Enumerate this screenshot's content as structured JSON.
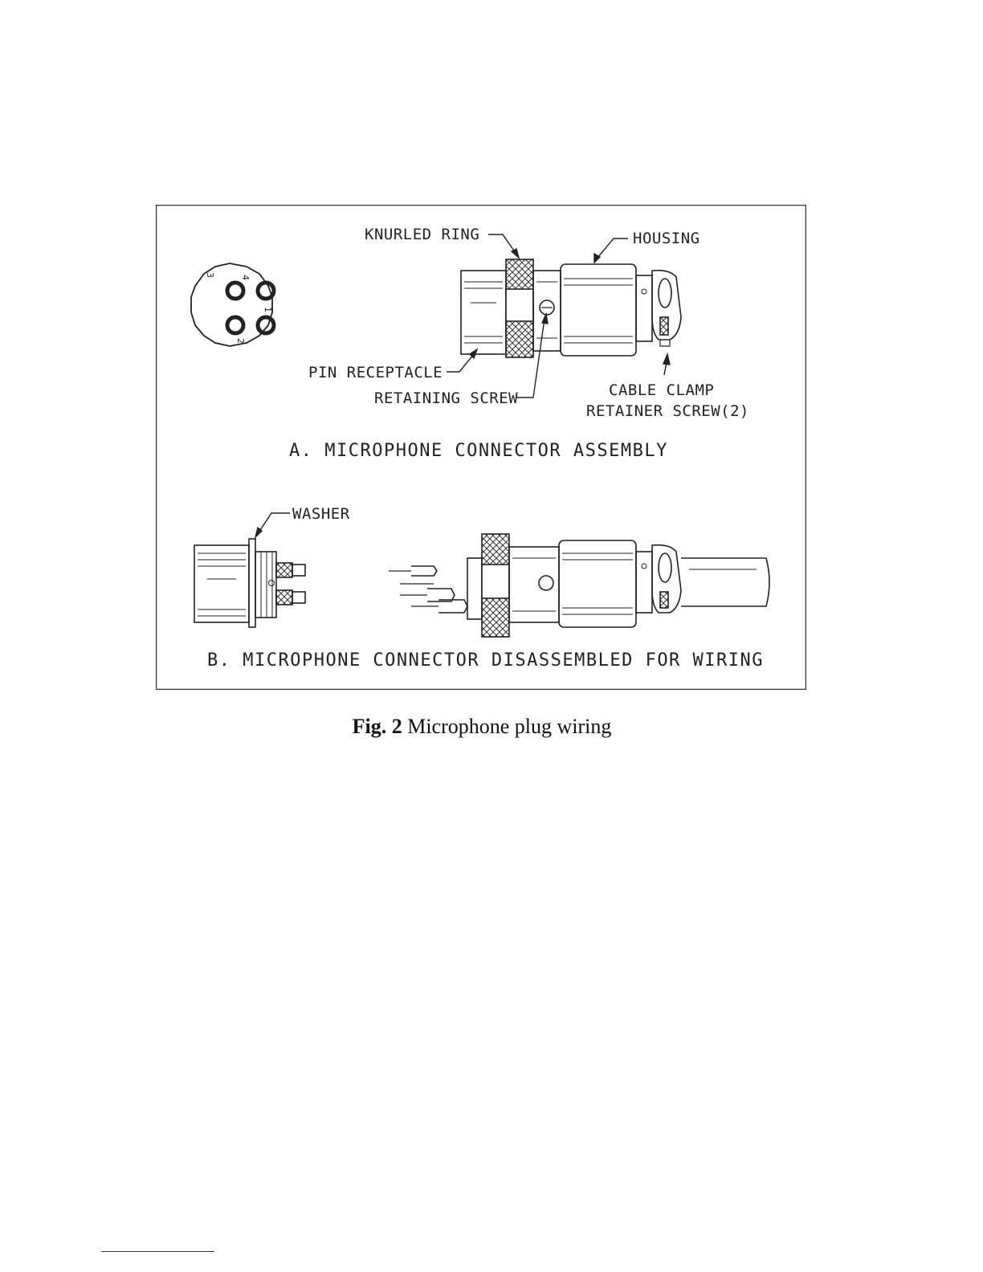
{
  "figure": {
    "labels": {
      "knurled_ring": "KNURLED RING",
      "housing": "HOUSING",
      "pin_receptacle": "PIN RECEPTACLE",
      "retaining_screw": "RETAINING SCREW",
      "cable_clamp_line1": "CABLE CLAMP",
      "cable_clamp_line2": "RETAINER SCREW(2)",
      "washer": "WASHER"
    },
    "pin_numbers": [
      "1",
      "2",
      "3",
      "4"
    ],
    "section_a_title": "A. MICROPHONE CONNECTOR ASSEMBLY",
    "section_b_title": "B. MICROPHONE CONNECTOR DISASSEMBLED FOR WIRING"
  },
  "caption": {
    "prefix": "Fig. 2",
    "text": " Microphone plug wiring"
  }
}
